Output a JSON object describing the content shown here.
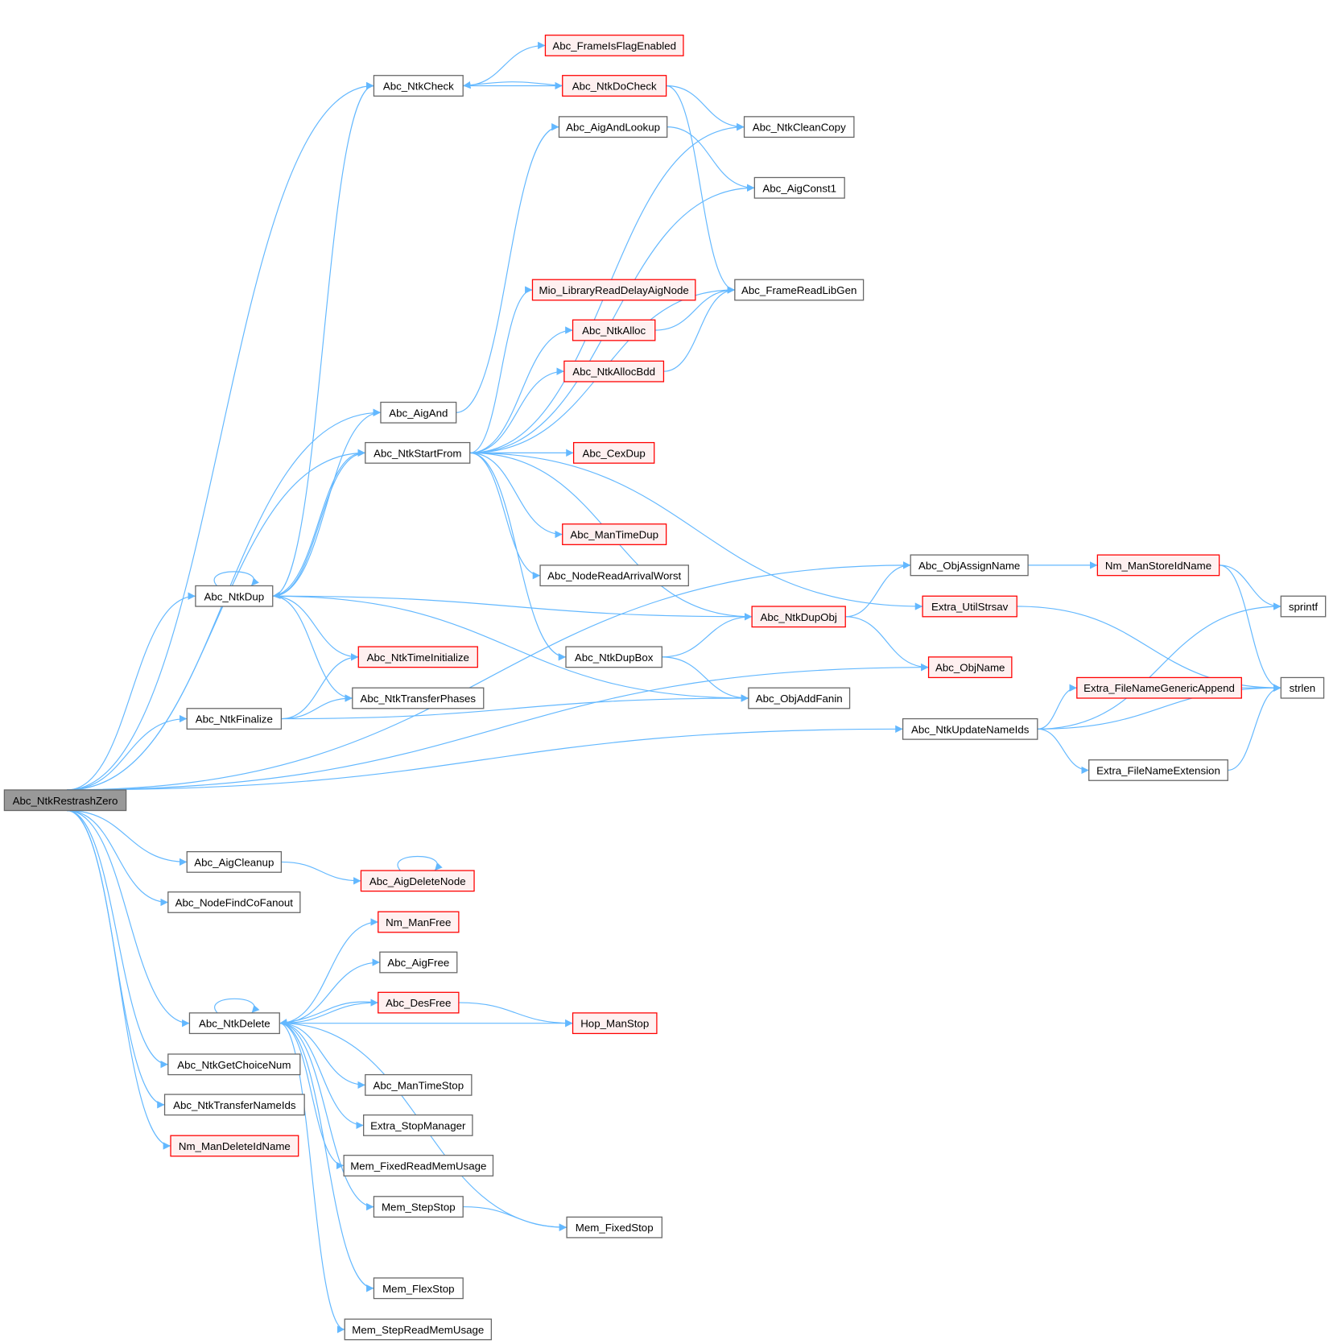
{
  "colors": {
    "edge": "#63b8ff",
    "node_border": "#666666",
    "node_fill": "#ffffff",
    "red_border": "#ff0000",
    "red_fill": "#fff0f0",
    "root_fill": "#999999",
    "root_border": "#666666"
  },
  "nodes": [
    {
      "id": "root",
      "label": "Abc_NtkRestrashZero",
      "kind": "root"
    },
    {
      "id": "frameIsFlag",
      "label": "Abc_FrameIsFlagEnabled",
      "kind": "red"
    },
    {
      "id": "ntkCheck",
      "label": "Abc_NtkCheck",
      "kind": "normal"
    },
    {
      "id": "ntkDoCheck",
      "label": "Abc_NtkDoCheck",
      "kind": "red"
    },
    {
      "id": "aigAndLookup",
      "label": "Abc_AigAndLookup",
      "kind": "normal"
    },
    {
      "id": "ntkCleanCopy",
      "label": "Abc_NtkCleanCopy",
      "kind": "normal"
    },
    {
      "id": "aigConst1",
      "label": "Abc_AigConst1",
      "kind": "normal"
    },
    {
      "id": "mio",
      "label": "Mio_LibraryReadDelayAigNode",
      "kind": "red"
    },
    {
      "id": "frameReadLibGen",
      "label": "Abc_FrameReadLibGen",
      "kind": "normal"
    },
    {
      "id": "ntkAlloc",
      "label": "Abc_NtkAlloc",
      "kind": "red"
    },
    {
      "id": "ntkAllocBdd",
      "label": "Abc_NtkAllocBdd",
      "kind": "red"
    },
    {
      "id": "aigAnd",
      "label": "Abc_AigAnd",
      "kind": "normal"
    },
    {
      "id": "ntkStartFrom",
      "label": "Abc_NtkStartFrom",
      "kind": "normal"
    },
    {
      "id": "cexDup",
      "label": "Abc_CexDup",
      "kind": "red"
    },
    {
      "id": "manTimeDup",
      "label": "Abc_ManTimeDup",
      "kind": "red"
    },
    {
      "id": "nodeReadArrivalWorst",
      "label": "Abc_NodeReadArrivalWorst",
      "kind": "normal"
    },
    {
      "id": "objAssignName",
      "label": "Abc_ObjAssignName",
      "kind": "normal"
    },
    {
      "id": "nmManStoreIdName",
      "label": "Nm_ManStoreIdName",
      "kind": "red"
    },
    {
      "id": "ntkDup",
      "label": "Abc_NtkDup",
      "kind": "normal"
    },
    {
      "id": "ntkDupObj",
      "label": "Abc_NtkDupObj",
      "kind": "red"
    },
    {
      "id": "utilStrsav",
      "label": "Extra_UtilStrsav",
      "kind": "red"
    },
    {
      "id": "sprintf",
      "label": "sprintf",
      "kind": "normal"
    },
    {
      "id": "ntkTimeInitialize",
      "label": "Abc_NtkTimeInitialize",
      "kind": "red"
    },
    {
      "id": "ntkDupBox",
      "label": "Abc_NtkDupBox",
      "kind": "normal"
    },
    {
      "id": "objName",
      "label": "Abc_ObjName",
      "kind": "red"
    },
    {
      "id": "ntkTransferPhases",
      "label": "Abc_NtkTransferPhases",
      "kind": "normal"
    },
    {
      "id": "objAddFanin",
      "label": "Abc_ObjAddFanin",
      "kind": "normal"
    },
    {
      "id": "fileNameGenericAppend",
      "label": "Extra_FileNameGenericAppend",
      "kind": "red"
    },
    {
      "id": "strlen",
      "label": "strlen",
      "kind": "normal"
    },
    {
      "id": "ntkFinalize",
      "label": "Abc_NtkFinalize",
      "kind": "normal"
    },
    {
      "id": "ntkUpdateNameIds",
      "label": "Abc_NtkUpdateNameIds",
      "kind": "normal"
    },
    {
      "id": "fileNameExtension",
      "label": "Extra_FileNameExtension",
      "kind": "normal"
    },
    {
      "id": "aigCleanup",
      "label": "Abc_AigCleanup",
      "kind": "normal"
    },
    {
      "id": "aigDeleteNode",
      "label": "Abc_AigDeleteNode",
      "kind": "red"
    },
    {
      "id": "nodeFindCoFanout",
      "label": "Abc_NodeFindCoFanout",
      "kind": "normal"
    },
    {
      "id": "nmManFree",
      "label": "Nm_ManFree",
      "kind": "red"
    },
    {
      "id": "aigFree",
      "label": "Abc_AigFree",
      "kind": "normal"
    },
    {
      "id": "desFree",
      "label": "Abc_DesFree",
      "kind": "red"
    },
    {
      "id": "ntkDelete",
      "label": "Abc_NtkDelete",
      "kind": "normal"
    },
    {
      "id": "hopManStop",
      "label": "Hop_ManStop",
      "kind": "red"
    },
    {
      "id": "ntkGetChoiceNum",
      "label": "Abc_NtkGetChoiceNum",
      "kind": "normal"
    },
    {
      "id": "manTimeStop",
      "label": "Abc_ManTimeStop",
      "kind": "normal"
    },
    {
      "id": "ntkTransferNameIds",
      "label": "Abc_NtkTransferNameIds",
      "kind": "normal"
    },
    {
      "id": "extraStopManager",
      "label": "Extra_StopManager",
      "kind": "normal"
    },
    {
      "id": "nmManDeleteIdName",
      "label": "Nm_ManDeleteIdName",
      "kind": "red"
    },
    {
      "id": "memFixedReadMemUsage",
      "label": "Mem_FixedReadMemUsage",
      "kind": "normal"
    },
    {
      "id": "memStepStop",
      "label": "Mem_StepStop",
      "kind": "normal"
    },
    {
      "id": "memFixedStop",
      "label": "Mem_FixedStop",
      "kind": "normal"
    },
    {
      "id": "memFlexStop",
      "label": "Mem_FlexStop",
      "kind": "normal"
    },
    {
      "id": "memStepReadMemUsage",
      "label": "Mem_StepReadMemUsage",
      "kind": "normal"
    }
  ],
  "edges": [
    [
      "root",
      "ntkCheck"
    ],
    [
      "root",
      "aigAnd"
    ],
    [
      "root",
      "ntkStartFrom"
    ],
    [
      "root",
      "ntkDup"
    ],
    [
      "root",
      "ntkFinalize"
    ],
    [
      "root",
      "objAssignName"
    ],
    [
      "root",
      "objName"
    ],
    [
      "root",
      "ntkUpdateNameIds"
    ],
    [
      "root",
      "aigCleanup"
    ],
    [
      "root",
      "nodeFindCoFanout"
    ],
    [
      "root",
      "ntkDelete"
    ],
    [
      "root",
      "ntkGetChoiceNum"
    ],
    [
      "root",
      "ntkTransferNameIds"
    ],
    [
      "root",
      "nmManDeleteIdName"
    ],
    [
      "ntkCheck",
      "frameIsFlag"
    ],
    [
      "ntkCheck",
      "ntkDoCheck"
    ],
    [
      "ntkDoCheck",
      "ntkCheck"
    ],
    [
      "ntkDoCheck",
      "ntkCleanCopy"
    ],
    [
      "ntkDoCheck",
      "frameReadLibGen"
    ],
    [
      "aigAndLookup",
      "aigConst1"
    ],
    [
      "aigAnd",
      "aigAndLookup"
    ],
    [
      "ntkStartFrom",
      "ntkCleanCopy"
    ],
    [
      "ntkStartFrom",
      "aigConst1"
    ],
    [
      "ntkStartFrom",
      "frameReadLibGen"
    ],
    [
      "ntkStartFrom",
      "mio"
    ],
    [
      "ntkStartFrom",
      "ntkAlloc"
    ],
    [
      "ntkStartFrom",
      "ntkAllocBdd"
    ],
    [
      "ntkStartFrom",
      "cexDup"
    ],
    [
      "ntkStartFrom",
      "manTimeDup"
    ],
    [
      "ntkStartFrom",
      "nodeReadArrivalWorst"
    ],
    [
      "ntkStartFrom",
      "ntkDupBox"
    ],
    [
      "ntkStartFrom",
      "ntkDupObj"
    ],
    [
      "ntkStartFrom",
      "utilStrsav"
    ],
    [
      "ntkStartFrom",
      "ntkDup"
    ],
    [
      "ntkAlloc",
      "frameReadLibGen"
    ],
    [
      "ntkAllocBdd",
      "frameReadLibGen"
    ],
    [
      "ntkDup",
      "ntkDup"
    ],
    [
      "ntkDup",
      "ntkCheck"
    ],
    [
      "ntkDup",
      "aigAnd"
    ],
    [
      "ntkDup",
      "ntkStartFrom"
    ],
    [
      "ntkDup",
      "ntkDupObj"
    ],
    [
      "ntkDup",
      "ntkTimeInitialize"
    ],
    [
      "ntkDup",
      "ntkTransferPhases"
    ],
    [
      "ntkDup",
      "objAddFanin"
    ],
    [
      "ntkFinalize",
      "ntkTimeInitialize"
    ],
    [
      "ntkFinalize",
      "ntkTransferPhases"
    ],
    [
      "ntkFinalize",
      "objAddFanin"
    ],
    [
      "ntkDupBox",
      "ntkDupObj"
    ],
    [
      "ntkDupBox",
      "objAddFanin"
    ],
    [
      "ntkDupObj",
      "objAssignName"
    ],
    [
      "ntkDupObj",
      "objName"
    ],
    [
      "objAssignName",
      "nmManStoreIdName"
    ],
    [
      "nmManStoreIdName",
      "sprintf"
    ],
    [
      "nmManStoreIdName",
      "strlen"
    ],
    [
      "utilStrsav",
      "strlen"
    ],
    [
      "ntkUpdateNameIds",
      "sprintf"
    ],
    [
      "ntkUpdateNameIds",
      "fileNameGenericAppend"
    ],
    [
      "ntkUpdateNameIds",
      "strlen"
    ],
    [
      "ntkUpdateNameIds",
      "fileNameExtension"
    ],
    [
      "fileNameGenericAppend",
      "strlen"
    ],
    [
      "fileNameExtension",
      "strlen"
    ],
    [
      "aigCleanup",
      "aigDeleteNode"
    ],
    [
      "aigDeleteNode",
      "aigDeleteNode"
    ],
    [
      "ntkDelete",
      "ntkDelete"
    ],
    [
      "ntkDelete",
      "nmManFree"
    ],
    [
      "ntkDelete",
      "aigFree"
    ],
    [
      "ntkDelete",
      "desFree"
    ],
    [
      "ntkDelete",
      "hopManStop"
    ],
    [
      "ntkDelete",
      "manTimeStop"
    ],
    [
      "ntkDelete",
      "extraStopManager"
    ],
    [
      "ntkDelete",
      "memFixedReadMemUsage"
    ],
    [
      "ntkDelete",
      "memStepStop"
    ],
    [
      "ntkDelete",
      "memFixedStop"
    ],
    [
      "ntkDelete",
      "memFlexStop"
    ],
    [
      "ntkDelete",
      "memStepReadMemUsage"
    ],
    [
      "desFree",
      "ntkDelete"
    ],
    [
      "desFree",
      "hopManStop"
    ],
    [
      "memStepStop",
      "memFixedStop"
    ]
  ]
}
